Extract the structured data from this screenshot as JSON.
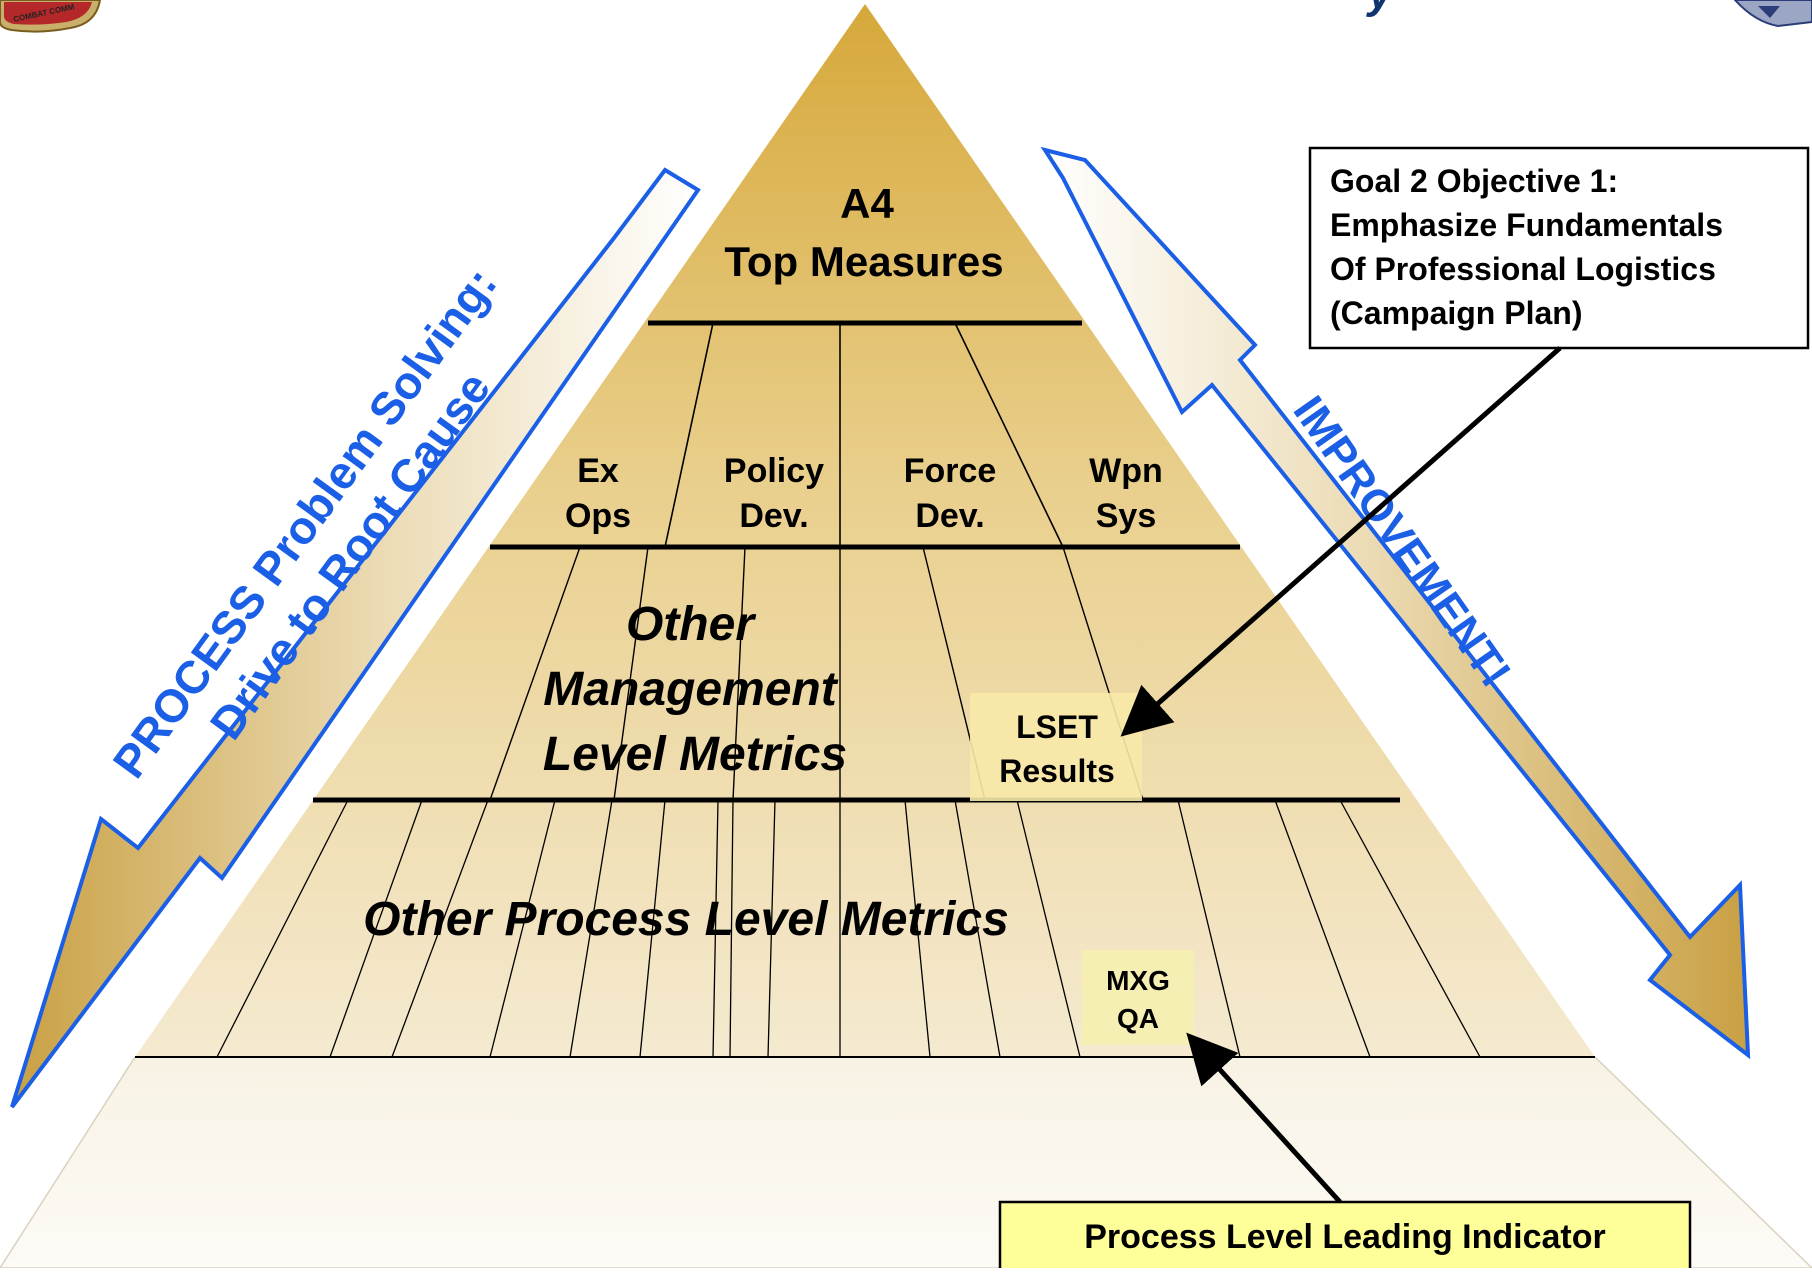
{
  "colors": {
    "pyramid_top": "#d9ad3f",
    "pyramid_bottom": "#f3e6c3",
    "divider": "#000000",
    "arrow_outline": "#1a5fe6",
    "arrow_text": "#1a5fe6",
    "highlight_box": "#ffff99"
  },
  "header": {
    "title_fragment": "y"
  },
  "pyramid": {
    "top": {
      "line1": "A4",
      "line2": "Top Measures"
    },
    "segments": [
      {
        "line1": "Ex",
        "line2": "Ops"
      },
      {
        "line1": "Policy",
        "line2": "Dev."
      },
      {
        "line1": "Force",
        "line2": "Dev."
      },
      {
        "line1": "Wpn",
        "line2": "Sys"
      }
    ],
    "management": {
      "line1": "Other",
      "line2": "Management",
      "line3": "Level Metrics"
    },
    "process": {
      "label": "Other Process Level Metrics"
    },
    "lset": {
      "line1": "LSET",
      "line2": "Results"
    },
    "mxg": {
      "line1": "MXG",
      "line2": "QA"
    }
  },
  "left_arrow": {
    "line1": "PROCESS Problem Solving:",
    "line2": "Drive to Root Cause"
  },
  "right_arrow": {
    "label": "IMPROVEMENT!"
  },
  "callouts": {
    "goal": {
      "line1": "Goal 2 Objective 1:",
      "line2": "Emphasize Fundamentals",
      "line3": "Of Professional Logistics",
      "line4": "(Campaign Plan)"
    },
    "leading": {
      "label": "Process Level Leading Indicator"
    }
  },
  "icons": [
    "command-seal-logo",
    "partial-shield-logo"
  ]
}
